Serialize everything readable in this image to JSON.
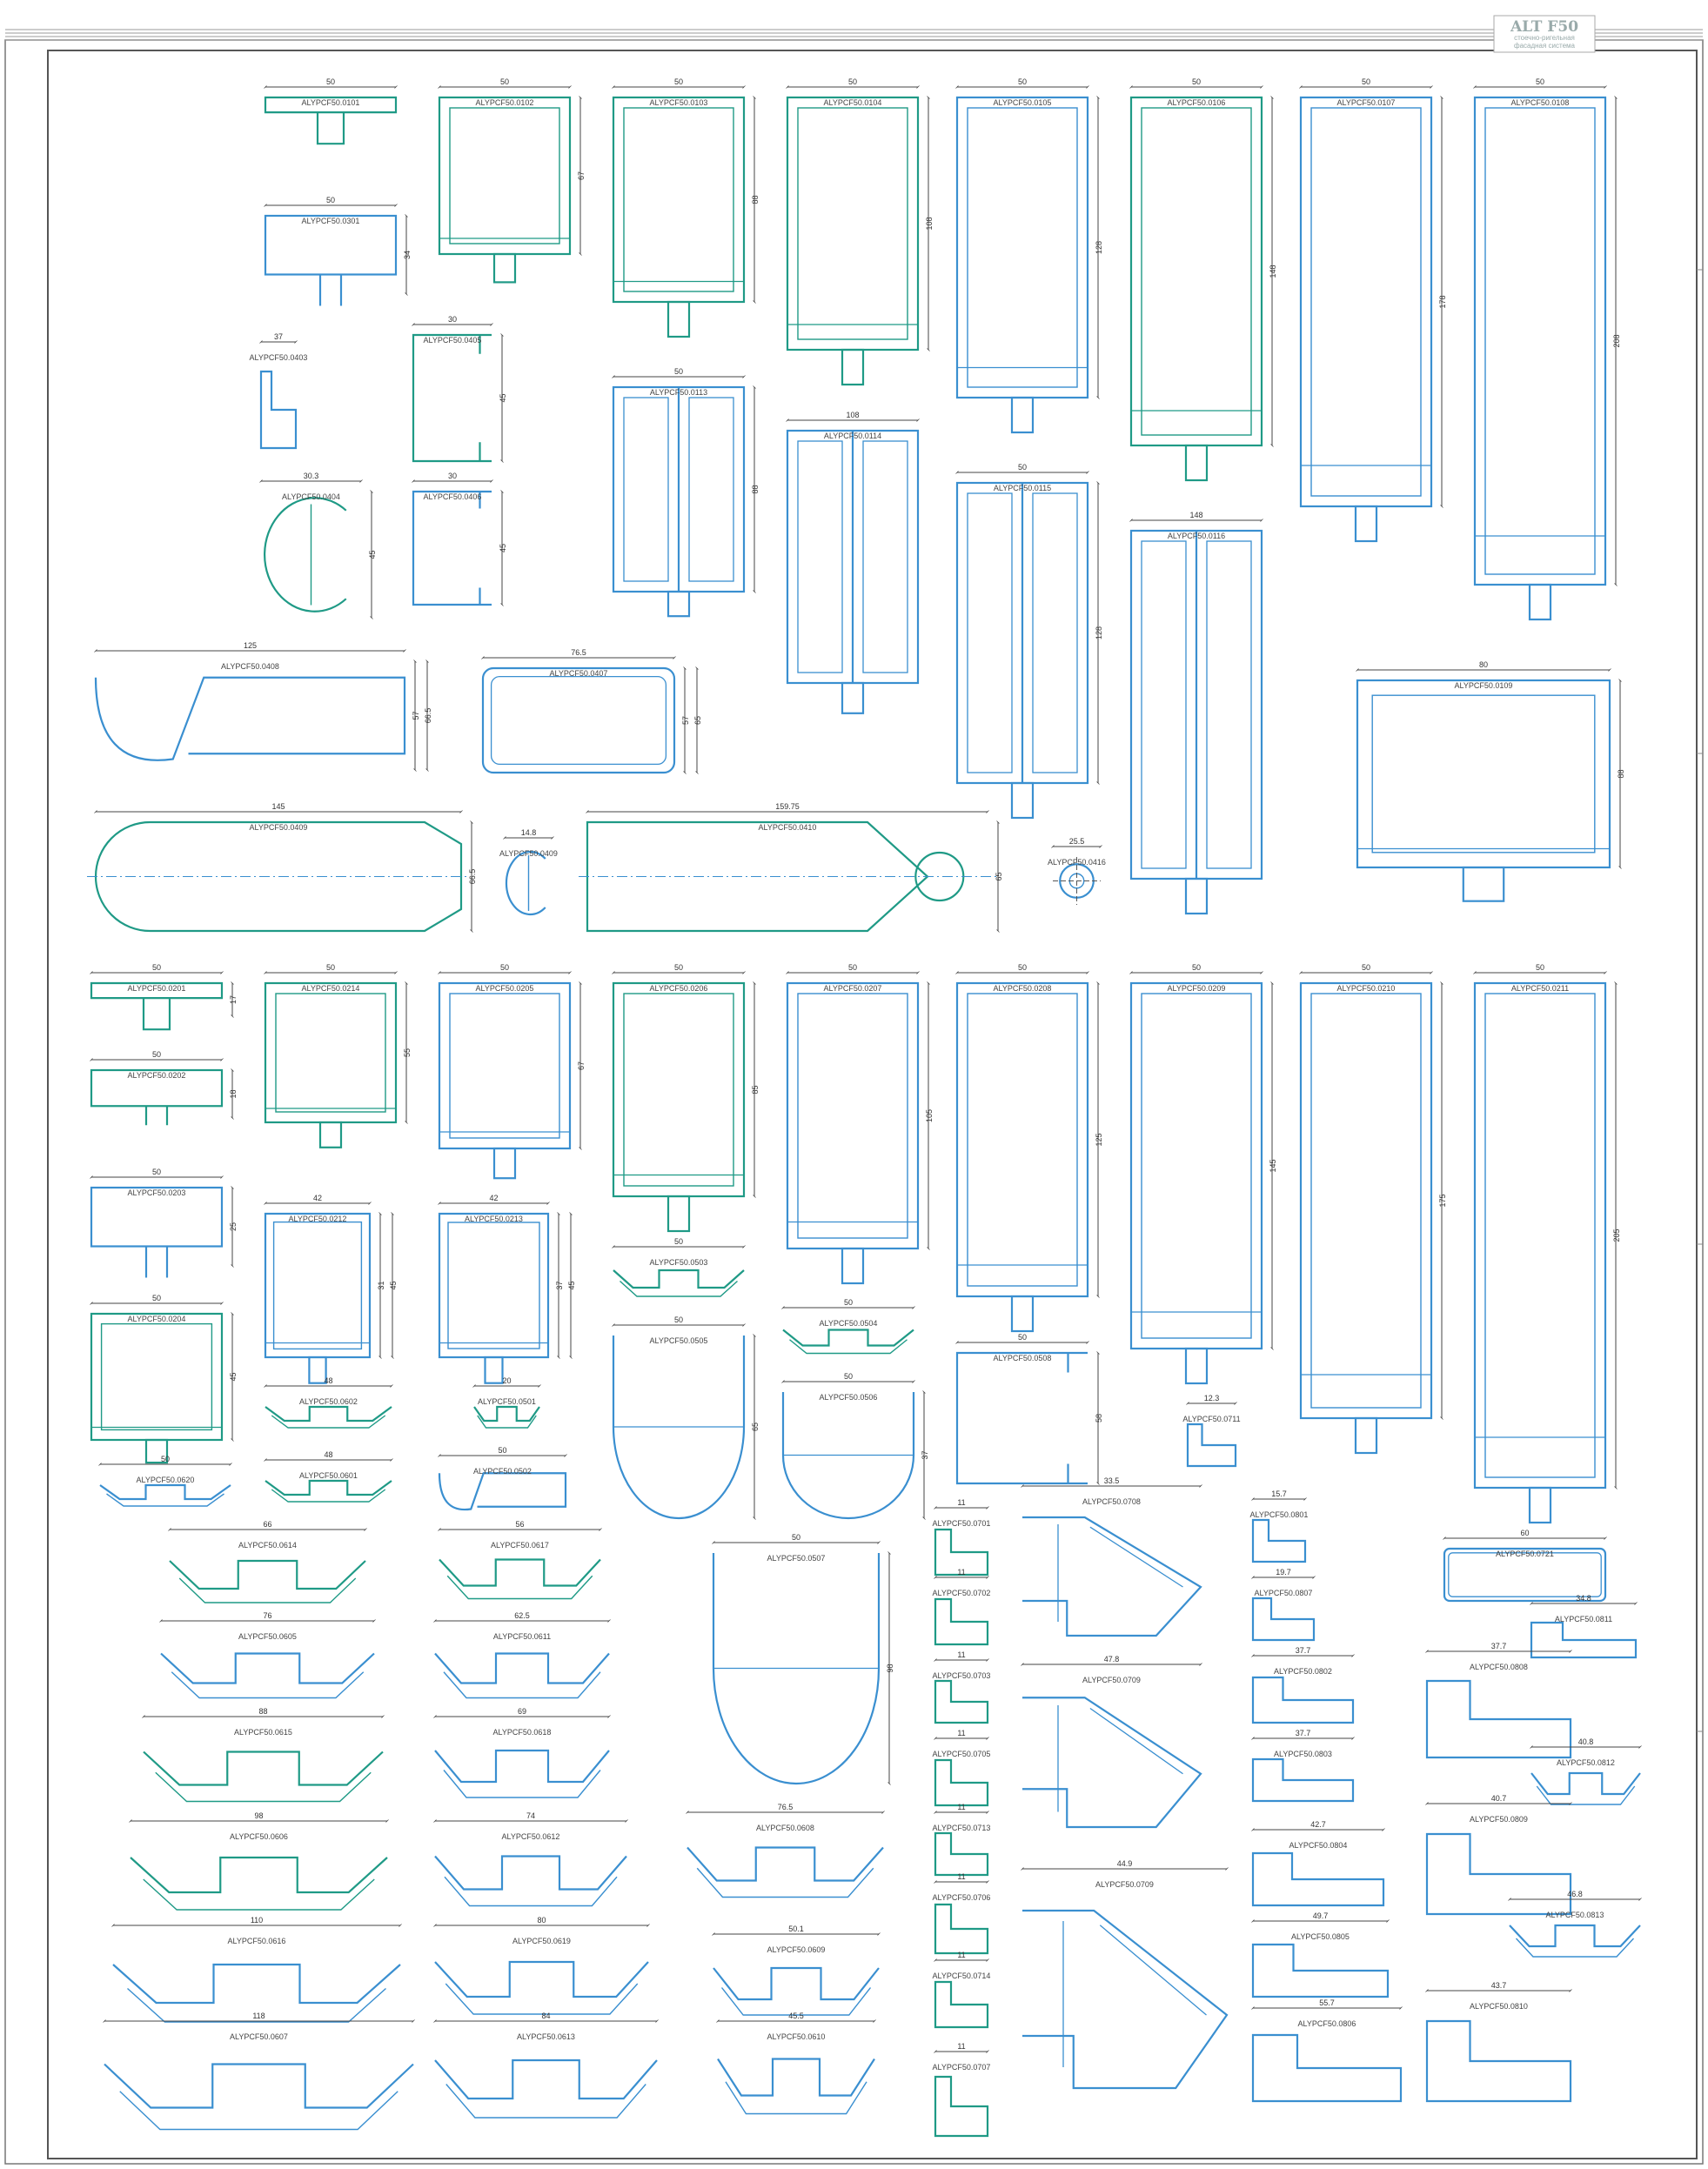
{
  "title_block": {
    "brand": "ALT F50",
    "line1": "стоечно-ригельная",
    "line2": "фасадная система"
  },
  "colors": {
    "teal": "#1f9a86",
    "blue": "#3a8fd0",
    "frame": "#555555",
    "dim": "#444444",
    "label_green": "#2ecc40"
  },
  "profiles": [
    {
      "id": "p0101",
      "code": "ALYPCF50.0101",
      "dims": [
        "50"
      ]
    },
    {
      "id": "p0102",
      "code": "ALYPCF50.0102",
      "dims": [
        "50",
        "67"
      ]
    },
    {
      "id": "p0103",
      "code": "ALYPCF50.0103",
      "dims": [
        "50",
        "88"
      ]
    },
    {
      "id": "p0104",
      "code": "ALYPCF50.0104",
      "dims": [
        "50",
        "108"
      ]
    },
    {
      "id": "p0105",
      "code": "ALYPCF50.0105",
      "dims": [
        "50",
        "128"
      ]
    },
    {
      "id": "p0106",
      "code": "ALYPCF50.0106",
      "dims": [
        "50",
        "148"
      ]
    },
    {
      "id": "p0107",
      "code": "ALYPCF50.0107",
      "dims": [
        "50",
        "178"
      ]
    },
    {
      "id": "p0108",
      "code": "ALYPCF50.0108",
      "dims": [
        "50",
        "208"
      ]
    },
    {
      "id": "p0301",
      "code": "ALYPCF50.0301",
      "dims": [
        "50",
        "34"
      ]
    },
    {
      "id": "p0403",
      "code": "ALYPCF50.0403",
      "dims": [
        "37"
      ]
    },
    {
      "id": "p0405",
      "code": "ALYPCF50.0405",
      "dims": [
        "30",
        "45"
      ]
    },
    {
      "id": "p0404",
      "code": "ALYPCF50.0404",
      "dims": [
        "30.3",
        "45"
      ]
    },
    {
      "id": "p0406",
      "code": "ALYPCF50.0406",
      "dims": [
        "30",
        "45"
      ]
    },
    {
      "id": "p0113",
      "code": "ALYPCF50.0113",
      "dims": [
        "50",
        "88"
      ]
    },
    {
      "id": "p0114",
      "code": "ALYPCF50.0114",
      "dims": [
        "108"
      ]
    },
    {
      "id": "p0115",
      "code": "ALYPCF50.0115",
      "dims": [
        "50",
        "128"
      ]
    },
    {
      "id": "p0116",
      "code": "ALYPCF50.0116",
      "dims": [
        "148"
      ]
    },
    {
      "id": "p0109",
      "code": "ALYPCF50.0109",
      "dims": [
        "80",
        "88"
      ]
    },
    {
      "id": "p0408",
      "code": "ALYPCF50.0408",
      "dims": [
        "125",
        "57",
        "66.5"
      ]
    },
    {
      "id": "p0407",
      "code": "ALYPCF50.0407",
      "dims": [
        "76.5",
        "57",
        "65"
      ]
    },
    {
      "id": "p0409",
      "code": "ALYPCF50.0409",
      "dims": [
        "145",
        "66.5"
      ]
    },
    {
      "id": "p0410",
      "code": "ALYPCF50.0409",
      "dims": [
        "14.8"
      ]
    },
    {
      "id": "p0411",
      "code": "ALYPCF50.0410",
      "dims": [
        "159.75",
        "65"
      ]
    },
    {
      "id": "p0416",
      "code": "ALYPCF50.0416",
      "dims": [
        "25.5"
      ]
    },
    {
      "id": "p0201",
      "code": "ALYPCF50.0201",
      "dims": [
        "50",
        "17"
      ]
    },
    {
      "id": "p0202",
      "code": "ALYPCF50.0202",
      "dims": [
        "50",
        "18"
      ]
    },
    {
      "id": "p0203",
      "code": "ALYPCF50.0203",
      "dims": [
        "50",
        "25"
      ]
    },
    {
      "id": "p0204",
      "code": "ALYPCF50.0204",
      "dims": [
        "50",
        "45"
      ]
    },
    {
      "id": "p0214",
      "code": "ALYPCF50.0214",
      "dims": [
        "50",
        "55"
      ]
    },
    {
      "id": "p0205",
      "code": "ALYPCF50.0205",
      "dims": [
        "50",
        "67"
      ]
    },
    {
      "id": "p0206",
      "code": "ALYPCF50.0206",
      "dims": [
        "50",
        "85"
      ]
    },
    {
      "id": "p0207",
      "code": "ALYPCF50.0207",
      "dims": [
        "50",
        "105"
      ]
    },
    {
      "id": "p0208",
      "code": "ALYPCF50.0208",
      "dims": [
        "50",
        "125"
      ]
    },
    {
      "id": "p0209",
      "code": "ALYPCF50.0209",
      "dims": [
        "50",
        "145"
      ]
    },
    {
      "id": "p0210",
      "code": "ALYPCF50.0210",
      "dims": [
        "50",
        "175"
      ]
    },
    {
      "id": "p0211",
      "code": "ALYPCF50.0211",
      "dims": [
        "50",
        "205"
      ]
    },
    {
      "id": "p0212",
      "code": "ALYPCF50.0212",
      "dims": [
        "42",
        "31",
        "45"
      ]
    },
    {
      "id": "p0213",
      "code": "ALYPCF50.0213",
      "dims": [
        "42",
        "37",
        "45"
      ]
    },
    {
      "id": "p0503",
      "code": "ALYPCF50.0503",
      "dims": [
        "50"
      ]
    },
    {
      "id": "p0504",
      "code": "ALYPCF50.0504",
      "dims": [
        "50"
      ]
    },
    {
      "id": "p0505",
      "code": "ALYPCF50.0505",
      "dims": [
        "50",
        "65"
      ]
    },
    {
      "id": "p0506",
      "code": "ALYPCF50.0506",
      "dims": [
        "50",
        "37"
      ]
    },
    {
      "id": "p0508",
      "code": "ALYPCF50.0508",
      "dims": [
        "50",
        "58"
      ]
    },
    {
      "id": "p0711",
      "code": "ALYPCF50.0711",
      "dims": [
        "12.3"
      ]
    },
    {
      "id": "p0602",
      "code": "ALYPCF50.0602",
      "dims": [
        "48"
      ]
    },
    {
      "id": "p0601",
      "code": "ALYPCF50.0601",
      "dims": [
        "48"
      ]
    },
    {
      "id": "p0501",
      "code": "ALYPCF50.0501",
      "dims": [
        "20"
      ]
    },
    {
      "id": "p0502",
      "code": "ALYPCF50.0502",
      "dims": [
        "50"
      ]
    },
    {
      "id": "p0620",
      "code": "ALYPCF50.0620",
      "dims": [
        "50"
      ]
    },
    {
      "id": "p0614",
      "code": "ALYPCF50.0614",
      "dims": [
        "66"
      ]
    },
    {
      "id": "p0617",
      "code": "ALYPCF50.0617",
      "dims": [
        "56"
      ]
    },
    {
      "id": "p0605",
      "code": "ALYPCF50.0605",
      "dims": [
        "76"
      ]
    },
    {
      "id": "p0611",
      "code": "ALYPCF50.0611",
      "dims": [
        "62.5"
      ]
    },
    {
      "id": "p0615",
      "code": "ALYPCF50.0615",
      "dims": [
        "88"
      ]
    },
    {
      "id": "p0618",
      "code": "ALYPCF50.0618",
      "dims": [
        "69"
      ]
    },
    {
      "id": "p0606",
      "code": "ALYPCF50.0606",
      "dims": [
        "98"
      ]
    },
    {
      "id": "p0612",
      "code": "ALYPCF50.0612",
      "dims": [
        "74"
      ]
    },
    {
      "id": "p0616",
      "code": "ALYPCF50.0616",
      "dims": [
        "110"
      ]
    },
    {
      "id": "p0619",
      "code": "ALYPCF50.0619",
      "dims": [
        "80"
      ]
    },
    {
      "id": "p0607",
      "code": "ALYPCF50.0607",
      "dims": [
        "118"
      ]
    },
    {
      "id": "p0613",
      "code": "ALYPCF50.0613",
      "dims": [
        "84"
      ]
    },
    {
      "id": "p0507",
      "code": "ALYPCF50.0507",
      "dims": [
        "50",
        "98"
      ]
    },
    {
      "id": "p0608",
      "code": "ALYPCF50.0608",
      "dims": [
        "76.5"
      ]
    },
    {
      "id": "p0609",
      "code": "ALYPCF50.0609",
      "dims": [
        "50.1"
      ]
    },
    {
      "id": "p0610",
      "code": "ALYPCF50.0610",
      "dims": [
        "45.5"
      ]
    },
    {
      "id": "p0701",
      "code": "ALYPCF50.0701",
      "dims": [
        "11"
      ]
    },
    {
      "id": "p0702",
      "code": "ALYPCF50.0702",
      "dims": [
        "11"
      ]
    },
    {
      "id": "p0703",
      "code": "ALYPCF50.0703",
      "dims": [
        "11"
      ]
    },
    {
      "id": "p0705",
      "code": "ALYPCF50.0705",
      "dims": [
        "11"
      ]
    },
    {
      "id": "p0713",
      "code": "ALYPCF50.0713",
      "dims": [
        "11"
      ]
    },
    {
      "id": "p0706",
      "code": "ALYPCF50.0706",
      "dims": [
        "11"
      ]
    },
    {
      "id": "p0714",
      "code": "ALYPCF50.0714",
      "dims": [
        "11"
      ]
    },
    {
      "id": "p0707",
      "code": "ALYPCF50.0707",
      "dims": [
        "11"
      ]
    },
    {
      "id": "p0708",
      "code": "ALYPCF50.0708",
      "dims": [
        "33.5"
      ]
    },
    {
      "id": "p0709a",
      "code": "ALYPCF50.0709",
      "dims": [
        "47.8"
      ]
    },
    {
      "id": "p0709b",
      "code": "ALYPCF50.0709",
      "dims": [
        "44.9"
      ]
    },
    {
      "id": "p0801",
      "code": "ALYPCF50.0801",
      "dims": [
        "15.7"
      ]
    },
    {
      "id": "p0807",
      "code": "ALYPCF50.0807",
      "dims": [
        "19.7"
      ]
    },
    {
      "id": "p0802",
      "code": "ALYPCF50.0802",
      "dims": [
        "37.7"
      ]
    },
    {
      "id": "p0803",
      "code": "ALYPCF50.0803",
      "dims": [
        "37.7"
      ]
    },
    {
      "id": "p0804",
      "code": "ALYPCF50.0804",
      "dims": [
        "42.7"
      ]
    },
    {
      "id": "p0805",
      "code": "ALYPCF50.0805",
      "dims": [
        "49.7"
      ]
    },
    {
      "id": "p0806",
      "code": "ALYPCF50.0806",
      "dims": [
        "55.7"
      ]
    },
    {
      "id": "p0721",
      "code": "ALYPCF50.0721",
      "dims": [
        "60"
      ]
    },
    {
      "id": "p0811",
      "code": "ALYPCF50.0811",
      "dims": [
        "34.8"
      ]
    },
    {
      "id": "p0808",
      "code": "ALYPCF50.0808",
      "dims": [
        "37.7"
      ]
    },
    {
      "id": "p0812",
      "code": "ALYPCF50.0812",
      "dims": [
        "40.8"
      ]
    },
    {
      "id": "p0809",
      "code": "ALYPCF50.0809",
      "dims": [
        "40.7"
      ]
    },
    {
      "id": "p0813",
      "code": "ALYPCF50.0813",
      "dims": [
        "46.8"
      ]
    },
    {
      "id": "p0810",
      "code": "ALYPCF50.0810",
      "dims": [
        "43.7"
      ]
    }
  ]
}
